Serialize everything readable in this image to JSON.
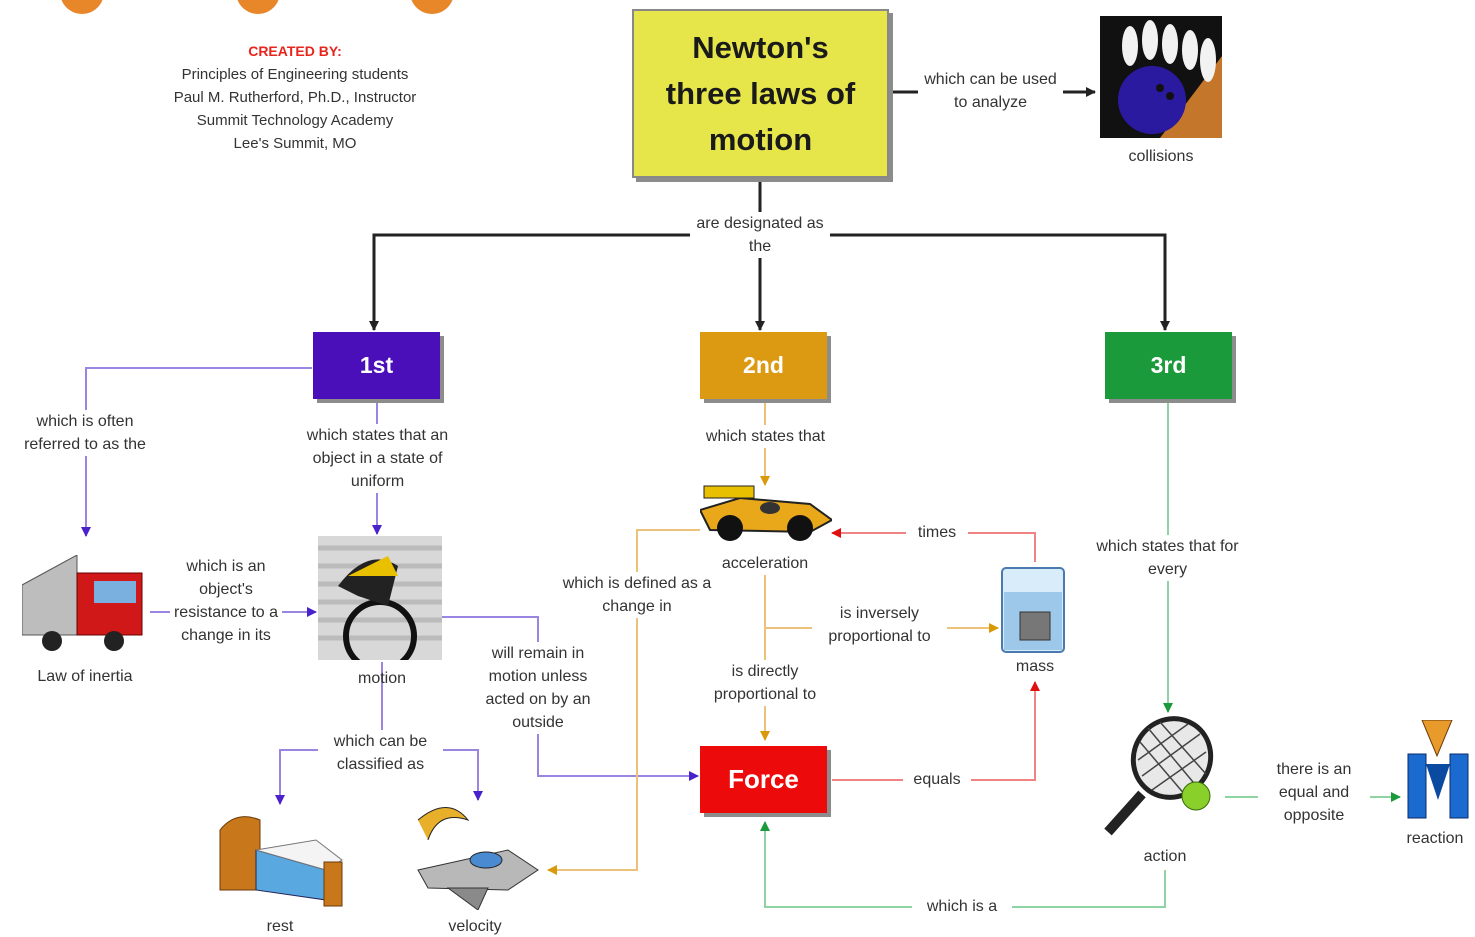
{
  "credits": {
    "heading": "CREATED BY:",
    "lines": [
      "Principles of Engineering students",
      "Paul M. Rutherford, Ph.D., Instructor",
      "Summit Technology Academy",
      "Lee's Summit, MO"
    ]
  },
  "main": {
    "title": "Newton's three laws of motion"
  },
  "laws": {
    "first": "1st",
    "second": "2nd",
    "third": "3rd",
    "force": "Force"
  },
  "nodes": {
    "collisions": "collisions",
    "law_of_inertia": "Law of inertia",
    "motion": "motion",
    "rest": "rest",
    "velocity": "velocity",
    "acceleration": "acceleration",
    "mass": "mass",
    "action": "action",
    "reaction": "reaction"
  },
  "links": {
    "analyze": "which can be used to analyze",
    "designated": "are designated as the",
    "often_referred": "which is often referred to as the",
    "states_uniform": "which states that an object in a state of uniform",
    "resistance": "which is an object's resistance to a change in its",
    "classified": "which can be classified as",
    "remain": "will remain in motion unless acted on by an outside",
    "defined": "which is defined as a change in",
    "states_2nd": "which states that",
    "times": "times",
    "inversely": "is inversely proportional to",
    "directly": "is directly proportional to",
    "equals": "equals",
    "states_3rd": "which states that for every",
    "equal_opposite": "there is an equal and opposite",
    "which_is_a": "which is a"
  },
  "colors": {
    "title_box": "#e6e64a",
    "first": "#4a0fb8",
    "second": "#dc9a12",
    "third": "#1a9a3a",
    "force": "#ec0a0a",
    "link_black": "#222222",
    "link_purple": "#9a86e2",
    "link_orange": "#ecc27a",
    "link_red": "#f08484",
    "link_green": "#8ed4a2"
  }
}
